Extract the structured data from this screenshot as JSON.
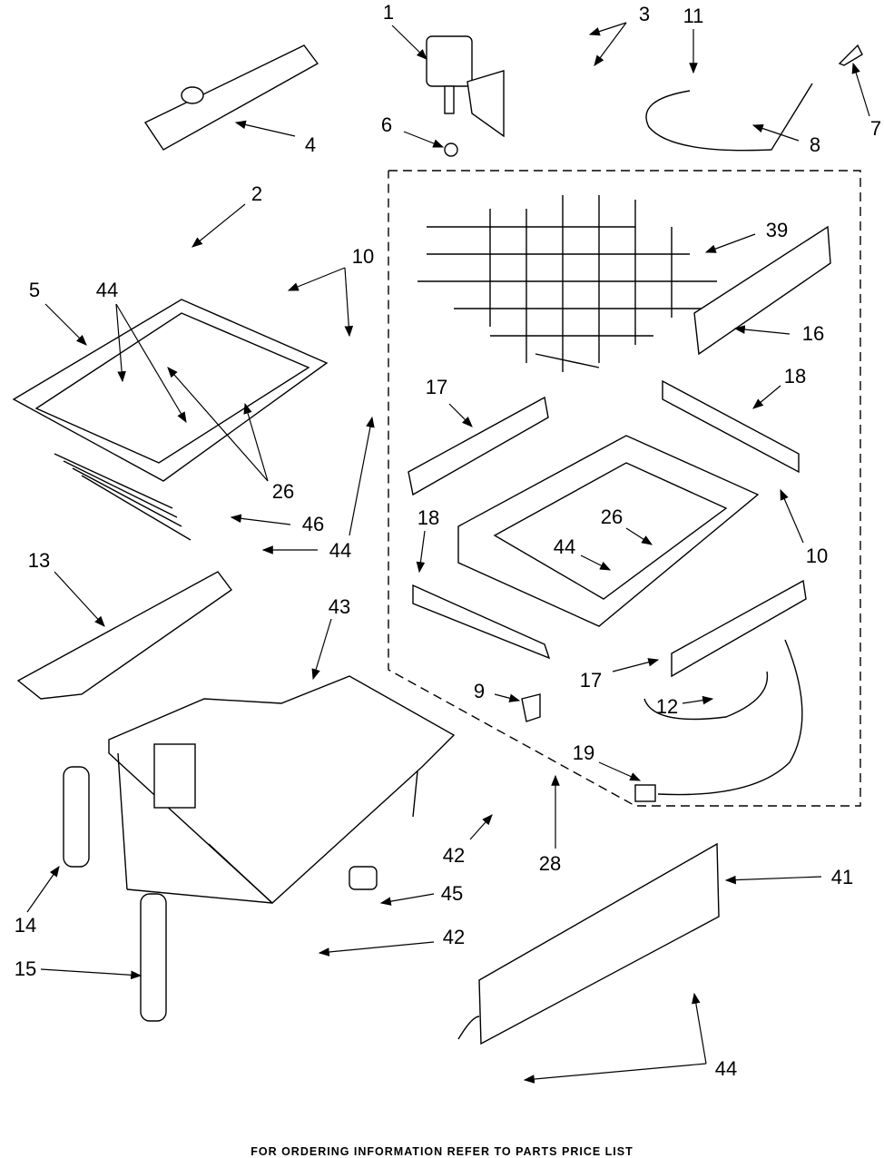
{
  "callouts": [
    "1",
    "3",
    "11",
    "7",
    "6",
    "8",
    "4",
    "2",
    "39",
    "10",
    "5",
    "44",
    "16",
    "17",
    "18",
    "26",
    "46",
    "44",
    "26",
    "10",
    "18",
    "44",
    "13",
    "43",
    "17",
    "9",
    "12",
    "19",
    "42",
    "28",
    "41",
    "45",
    "14",
    "15",
    "42",
    "44"
  ],
  "footer": "FOR ORDERING INFORMATION REFER TO PARTS PRICE LIST"
}
